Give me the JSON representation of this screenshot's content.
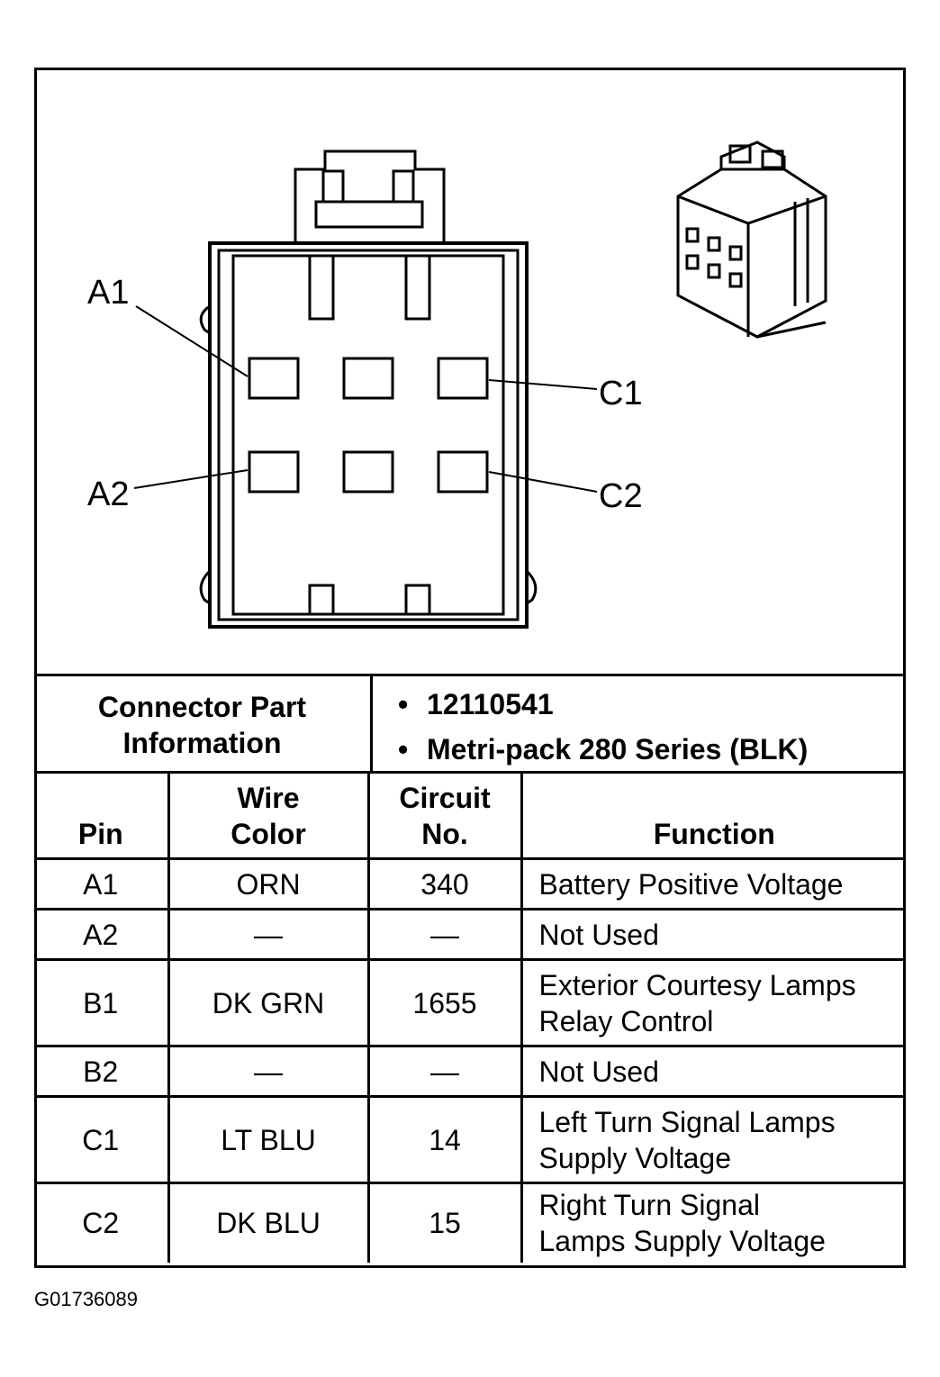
{
  "diagram": {
    "pin_labels": [
      "A1",
      "A2",
      "C1",
      "C2"
    ]
  },
  "connector_info": {
    "label_line1": "Connector Part",
    "label_line2": "Information",
    "items": [
      "12110541",
      "Metri-pack 280 Series (BLK)"
    ]
  },
  "table": {
    "headers": {
      "pin": "Pin",
      "wire_color_line1": "Wire",
      "wire_color_line2": "Color",
      "circuit_line1": "Circuit",
      "circuit_line2": "No.",
      "function": "Function"
    },
    "rows": [
      {
        "pin": "A1",
        "wire": "ORN",
        "circuit": "340",
        "function_line1": "Battery Positive Voltage",
        "function_line2": ""
      },
      {
        "pin": "A2",
        "wire": "—",
        "circuit": "—",
        "function_line1": "Not Used",
        "function_line2": ""
      },
      {
        "pin": "B1",
        "wire": "DK GRN",
        "circuit": "1655",
        "function_line1": "Exterior Courtesy Lamps",
        "function_line2": "Relay Control"
      },
      {
        "pin": "B2",
        "wire": "—",
        "circuit": "—",
        "function_line1": "Not Used",
        "function_line2": ""
      },
      {
        "pin": "C1",
        "wire": "LT BLU",
        "circuit": "14",
        "function_line1": "Left Turn Signal Lamps",
        "function_line2": "Supply Voltage"
      },
      {
        "pin": "C2",
        "wire": "DK BLU",
        "circuit": "15",
        "function_line1": "Right Turn Signal",
        "function_line2": "Lamps Supply Voltage"
      }
    ]
  },
  "figure_id": "G01736089"
}
